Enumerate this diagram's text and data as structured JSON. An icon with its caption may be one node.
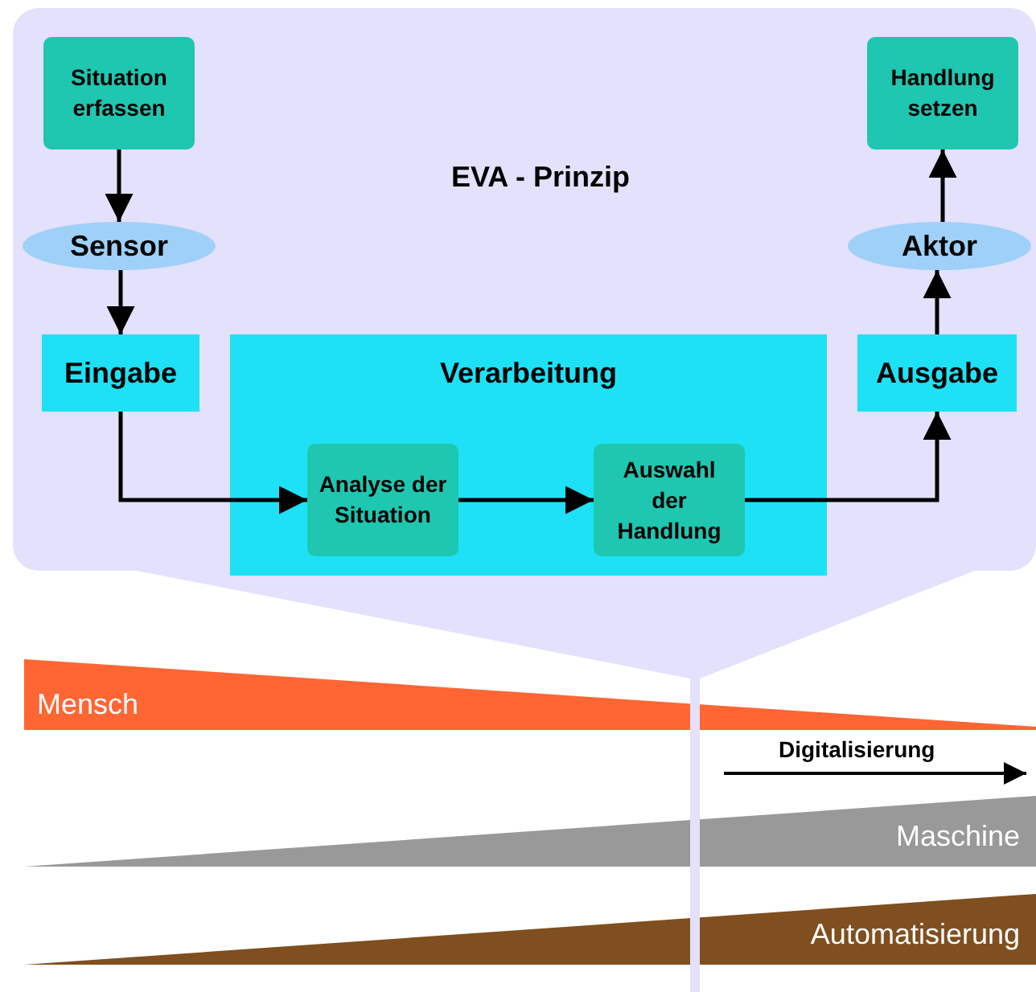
{
  "diagram": {
    "nodes": [
      {
        "text": [
          "EVA - Prinzip"
        ]
      },
      {
        "text": [
          "Situation erfassen"
        ],
        "in": 0
      },
      {
        "text": [
          "Sensor"
        ],
        "in": 0
      },
      {
        "text": [
          "Eingabe"
        ],
        "in": 0
      },
      {
        "text": [
          "Verarbeitung"
        ],
        "in": 0
      },
      {
        "text": [
          "Analyse der Situation"
        ],
        "in": 4
      },
      {
        "text": [
          "Auswahl der Handlung"
        ],
        "in": 4
      },
      {
        "text": [
          "Ausgabe"
        ],
        "in": 0
      },
      {
        "text": [
          "Aktor"
        ],
        "in": 0
      },
      {
        "text": [
          "Handlung setzen"
        ],
        "in": 0
      },
      {
        "text": [
          "Mensch"
        ]
      },
      {
        "text": [
          "Maschine"
        ]
      },
      {
        "text": [
          "Automatisierung"
        ]
      }
    ],
    "edges": [
      {
        "from": 1,
        "to": 2,
        "arrow": "to"
      },
      {
        "from": 2,
        "to": 3,
        "arrow": "to"
      },
      {
        "from": 3,
        "to": 5,
        "arrow": "to"
      },
      {
        "from": 5,
        "to": 6,
        "arrow": "to"
      },
      {
        "from": 6,
        "to": 7,
        "arrow": "to"
      },
      {
        "from": 7,
        "to": 8,
        "arrow": "to"
      },
      {
        "from": 8,
        "to": 9,
        "arrow": "to"
      }
    ],
    "labels": [
      "Digitalisierung"
    ]
  }
}
